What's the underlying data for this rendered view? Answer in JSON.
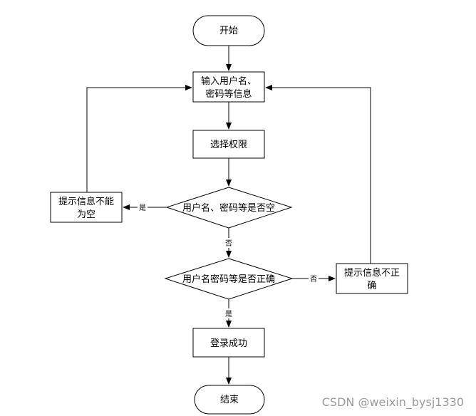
{
  "nodes": {
    "start": "开始",
    "input_line1": "输入用户名、",
    "input_line2": "密码等信息",
    "select_role": "选择权限",
    "check_empty": "用户名、密码等是否空",
    "empty_msg_line1": "提示信息不能",
    "empty_msg_line2": "为空",
    "check_correct": "用户名密码等是否正确",
    "wrong_msg_line1": "提示信息不正",
    "wrong_msg_line2": "确",
    "login_success": "登录成功",
    "end": "结束"
  },
  "edges": {
    "empty_yes": "是",
    "empty_no": "否",
    "correct_no": "否",
    "correct_yes": "是"
  },
  "watermark": "CSDN @weixin_bysj1330"
}
